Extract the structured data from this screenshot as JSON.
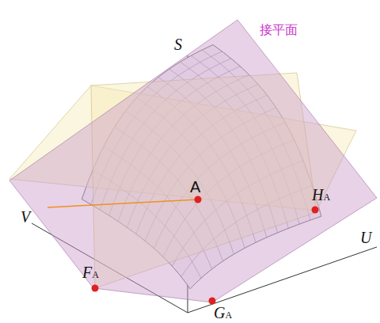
{
  "diagram": {
    "labels": [
      "接平面",
      "S",
      "A",
      "HA",
      "V",
      "FA",
      "GA",
      "U"
    ]
  }
}
